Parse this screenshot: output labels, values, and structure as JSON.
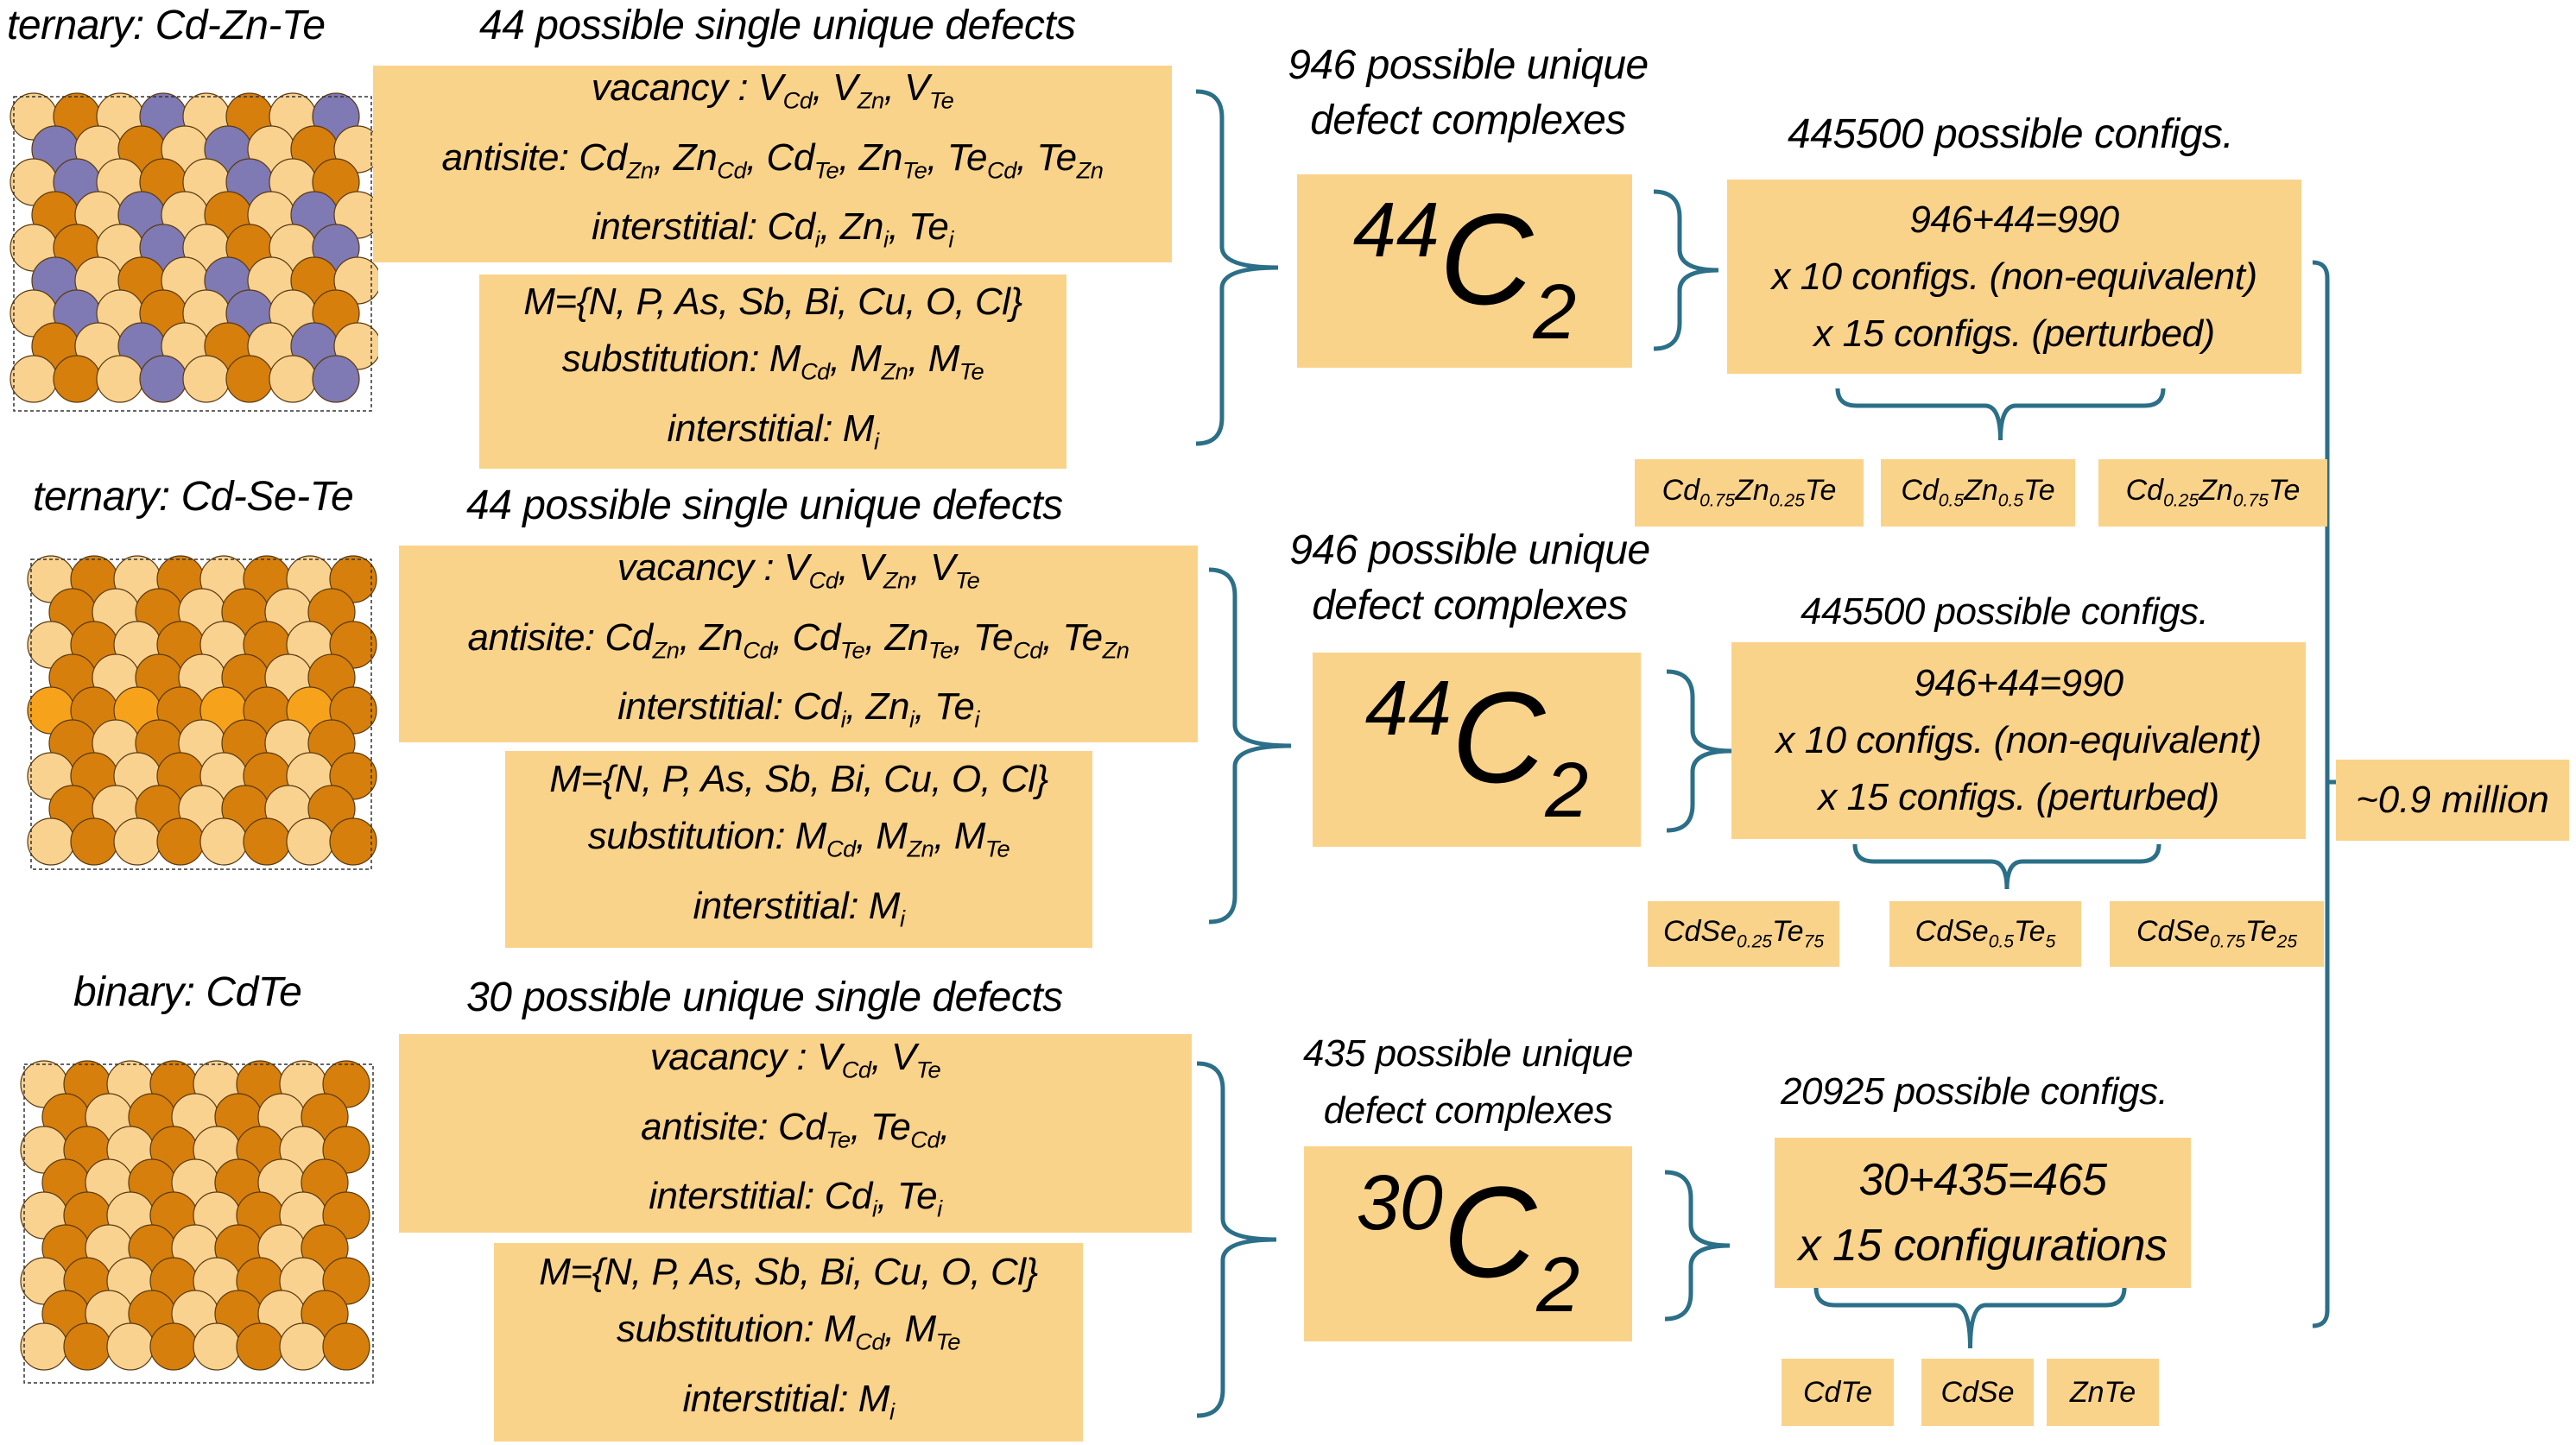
{
  "colors": {
    "box_fill": "#fad38b",
    "bracket": "#2b6f88",
    "atom_light": "#f9d290",
    "atom_dark": "#d67f0c",
    "atom_purple": "#7f79b4",
    "atom_orange": "#f7a21b"
  },
  "sections": [
    {
      "title": "ternary: Cd-Zn-Te",
      "defects_header": "44 possible single unique defects",
      "native": [
        [
          {
            "t": "vacancy : V"
          },
          {
            "s": "Cd"
          },
          {
            "t": ", V"
          },
          {
            "s": "Zn"
          },
          {
            "t": ", V"
          },
          {
            "s": "Te"
          }
        ],
        [
          {
            "t": "antisite: Cd"
          },
          {
            "s": "Zn"
          },
          {
            "t": ", Zn"
          },
          {
            "s": "Cd"
          },
          {
            "t": ", Cd"
          },
          {
            "s": "Te"
          },
          {
            "t": ", Zn"
          },
          {
            "s": "Te"
          },
          {
            "t": ", Te"
          },
          {
            "s": "Cd"
          },
          {
            "t": ", Te"
          },
          {
            "s": "Zn"
          }
        ],
        [
          {
            "t": "interstitial: Cd"
          },
          {
            "s": "i"
          },
          {
            "t": ", Zn"
          },
          {
            "s": "i"
          },
          {
            "t": ", Te"
          },
          {
            "s": "i"
          }
        ]
      ],
      "extrinsic": [
        [
          {
            "t": "M={N, P, As, Sb, Bi, Cu, O, Cl}"
          }
        ],
        [
          {
            "t": "substitution: M"
          },
          {
            "s": "Cd"
          },
          {
            "t": ", M"
          },
          {
            "s": "Zn"
          },
          {
            "t": ", M"
          },
          {
            "s": "Te"
          }
        ],
        [
          {
            "t": "interstitial: M"
          },
          {
            "s": "i"
          }
        ]
      ],
      "complex_header": [
        "946 possible unique",
        "defect complexes"
      ],
      "comb": {
        "n": "44",
        "k": "2",
        "letter": "C"
      },
      "configs_header": "445500 possible configs.",
      "configs": [
        "946+44=990",
        "x 10 configs. (non-equivalent)",
        "x 15 configs. (perturbed)"
      ],
      "compositions": [
        [
          {
            "t": "Cd"
          },
          {
            "s": "0.75"
          },
          {
            "t": "Zn"
          },
          {
            "s": "0.25"
          },
          {
            "t": "Te"
          }
        ],
        [
          {
            "t": "Cd"
          },
          {
            "s": "0.5"
          },
          {
            "t": "Zn"
          },
          {
            "s": "0.5"
          },
          {
            "t": "Te"
          }
        ],
        [
          {
            "t": "Cd"
          },
          {
            "s": "0.25"
          },
          {
            "t": "Zn"
          },
          {
            "s": "0.75"
          },
          {
            "t": "Te"
          }
        ]
      ]
    },
    {
      "title": "ternary: Cd-Se-Te",
      "defects_header": "44 possible single unique defects",
      "native": [
        [
          {
            "t": "vacancy : V"
          },
          {
            "s": "Cd"
          },
          {
            "t": ", V"
          },
          {
            "s": "Zn"
          },
          {
            "t": ", V"
          },
          {
            "s": "Te"
          }
        ],
        [
          {
            "t": "antisite: Cd"
          },
          {
            "s": "Zn"
          },
          {
            "t": ", Zn"
          },
          {
            "s": "Cd"
          },
          {
            "t": ", Cd"
          },
          {
            "s": "Te"
          },
          {
            "t": ", Zn"
          },
          {
            "s": "Te"
          },
          {
            "t": ", Te"
          },
          {
            "s": "Cd"
          },
          {
            "t": ", Te"
          },
          {
            "s": "Zn"
          }
        ],
        [
          {
            "t": "interstitial: Cd"
          },
          {
            "s": "i"
          },
          {
            "t": ", Zn"
          },
          {
            "s": "i"
          },
          {
            "t": ", Te"
          },
          {
            "s": "i"
          }
        ]
      ],
      "extrinsic": [
        [
          {
            "t": "M={N, P, As, Sb, Bi, Cu, O, Cl}"
          }
        ],
        [
          {
            "t": "substitution: M"
          },
          {
            "s": "Cd"
          },
          {
            "t": ", M"
          },
          {
            "s": "Zn"
          },
          {
            "t": ", M"
          },
          {
            "s": "Te"
          }
        ],
        [
          {
            "t": "interstitial: M"
          },
          {
            "s": "i"
          }
        ]
      ],
      "complex_header": [
        "946 possible unique",
        "defect complexes"
      ],
      "comb": {
        "n": "44",
        "k": "2",
        "letter": "C"
      },
      "configs_header": "445500 possible configs.",
      "configs": [
        "946+44=990",
        "x 10 configs. (non-equivalent)",
        "x 15 configs. (perturbed)"
      ],
      "compositions": [
        [
          {
            "t": "CdSe"
          },
          {
            "s": "0.25"
          },
          {
            "t": "Te"
          },
          {
            "s": "75"
          }
        ],
        [
          {
            "t": "CdSe"
          },
          {
            "s": "0.5"
          },
          {
            "t": "Te"
          },
          {
            "s": "5"
          }
        ],
        [
          {
            "t": "CdSe"
          },
          {
            "s": "0.75"
          },
          {
            "t": "Te"
          },
          {
            "s": "25"
          }
        ]
      ]
    },
    {
      "title": "binary: CdTe",
      "defects_header": "30 possible unique single defects",
      "native": [
        [
          {
            "t": "vacancy : V"
          },
          {
            "s": "Cd"
          },
          {
            "t": ", V"
          },
          {
            "s": "Te"
          }
        ],
        [
          {
            "t": "antisite: Cd"
          },
          {
            "s": "Te"
          },
          {
            "t": ", Te"
          },
          {
            "s": "Cd"
          },
          {
            "t": ","
          }
        ],
        [
          {
            "t": "interstitial: Cd"
          },
          {
            "s": "i"
          },
          {
            "t": ", Te"
          },
          {
            "s": "i"
          }
        ]
      ],
      "extrinsic": [
        [
          {
            "t": "M={N, P, As, Sb, Bi, Cu, O, Cl}"
          }
        ],
        [
          {
            "t": "substitution: M"
          },
          {
            "s": "Cd"
          },
          {
            "t": ", M"
          },
          {
            "s": "Te"
          }
        ],
        [
          {
            "t": "interstitial: M"
          },
          {
            "s": "i"
          }
        ]
      ],
      "complex_header": [
        "435 possible unique",
        "defect complexes"
      ],
      "comb": {
        "n": "30",
        "k": "2",
        "letter": "C"
      },
      "configs_header": "20925 possible configs.",
      "configs": [
        "30+435=465",
        "x 15 configurations"
      ],
      "compositions": [
        [
          {
            "t": "CdTe"
          }
        ],
        [
          {
            "t": "CdSe"
          }
        ],
        [
          {
            "t": "ZnTe"
          }
        ]
      ]
    }
  ],
  "total": "~0.9 million"
}
